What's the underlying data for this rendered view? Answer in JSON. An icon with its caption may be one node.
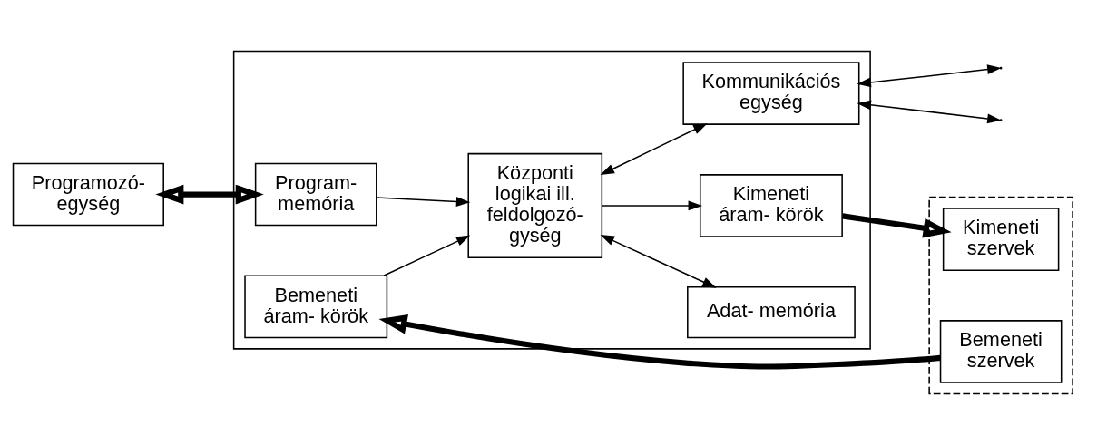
{
  "diagram": {
    "nodes": [
      {
        "text": [
          "Programozó- egység"
        ]
      },
      {
        "text": [],
        "shape": "box"
      },
      {
        "text": [
          "Program- memória"
        ],
        "in": 1
      },
      {
        "text": [
          "Adat- memória"
        ],
        "in": 1
      },
      {
        "text": [
          "Központi logikai ill. feldolgozó- gység"
        ],
        "in": 1
      },
      {
        "text": [
          "Kommunikációs egység"
        ],
        "in": 1
      },
      {
        "text": [
          "Bemeneti áram- körök"
        ],
        "in": 1
      },
      {
        "text": [
          "Kimeneti áram- körök"
        ],
        "in": 1
      },
      {
        "text": [],
        "shape": "box"
      },
      {
        "text": [
          "Bemeneti szervek"
        ],
        "in": 8
      },
      {
        "text": [
          "Kimeneti szervek"
        ],
        "in": 8
      }
    ],
    "edges": [
      {
        "from": 0,
        "to": 2,
        "arrow": "both",
        "style": "thick"
      },
      {
        "from": 2,
        "to": 4,
        "arrow": "to"
      },
      {
        "from": 6,
        "to": 4,
        "arrow": "to"
      },
      {
        "from": 4,
        "to": 3,
        "arrow": "both"
      },
      {
        "from": 4,
        "to": 5,
        "arrow": "both"
      },
      {
        "from": 4,
        "to": 7,
        "arrow": "to"
      },
      {
        "from": 9,
        "to": 6,
        "arrow": "to",
        "style": "thick"
      },
      {
        "from": 7,
        "to": 10,
        "arrow": "to",
        "style": "thick"
      },
      {
        "from": 5,
        "to": null,
        "arrow": "both"
      },
      {
        "from": 5,
        "to": null,
        "arrow": "both"
      }
    ]
  }
}
